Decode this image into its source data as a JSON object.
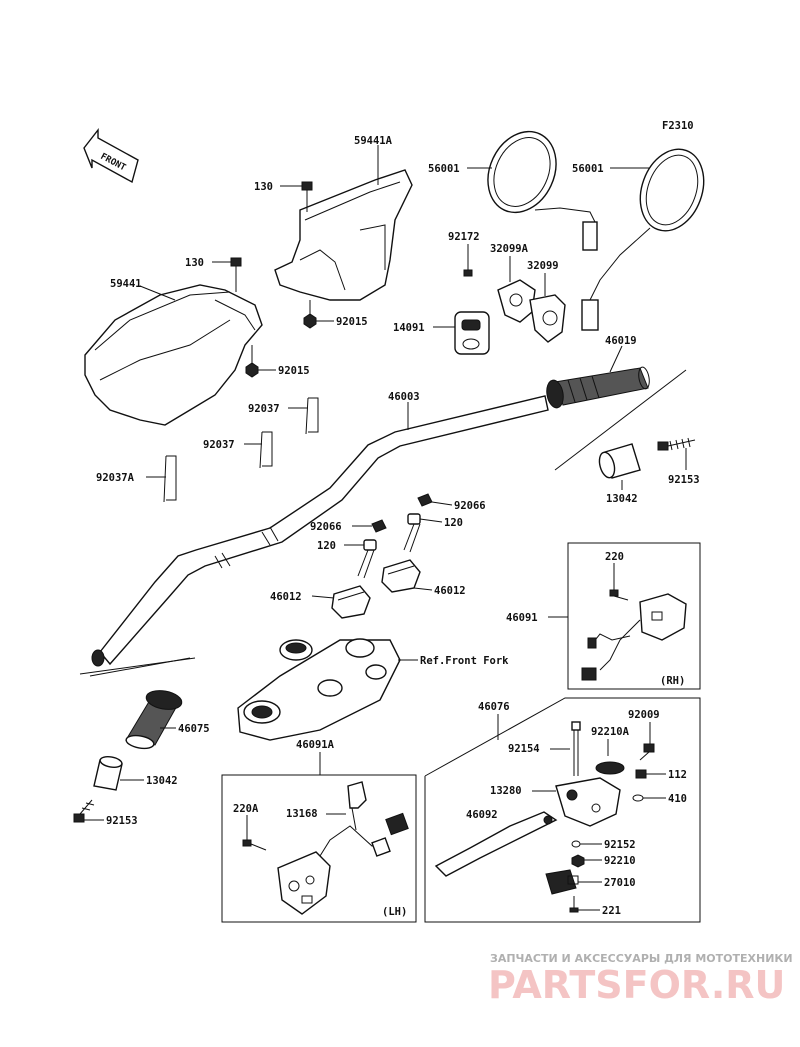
{
  "figure_code": "F2310",
  "front_arrow_label": "FRONT",
  "labels": {
    "l59441A": "59441A",
    "l130a": "130",
    "l130b": "130",
    "l59441": "59441",
    "l92015a": "92015",
    "l92015b": "92015",
    "l56001a": "56001",
    "l56001b": "56001",
    "l92172": "92172",
    "l32099A": "32099A",
    "l32099": "32099",
    "l14091": "14091",
    "l46019": "46019",
    "l46003": "46003",
    "l92037a": "92037",
    "l92037b": "92037",
    "l92037A": "92037A",
    "l92153a": "92153",
    "l13042a": "13042",
    "l92066a": "92066",
    "l92066b": "92066",
    "l120a": "120",
    "l120b": "120",
    "l46012a": "46012",
    "l46012b": "46012",
    "lRefFork": "Ref.Front Fork",
    "l220": "220",
    "l46091": "46091",
    "lRH": "(RH)",
    "l46075": "46075",
    "l13042b": "13042",
    "l92153b": "92153",
    "l46091A": "46091A",
    "l220A": "220A",
    "l13168": "13168",
    "lLH": "(LH)",
    "l46076": "46076",
    "l92009": "92009",
    "l92210A": "92210A",
    "l92154": "92154",
    "l112": "112",
    "l13280": "13280",
    "l410": "410",
    "l46092": "46092",
    "l92152": "92152",
    "l92210": "92210",
    "l27010": "27010",
    "l221": "221"
  },
  "watermark": {
    "tagline": "ЗАПЧАСТИ И АКСЕССУАРЫ ДЛЯ МОТОТЕХНИКИ",
    "logo": "PARTSFOR.RU"
  }
}
